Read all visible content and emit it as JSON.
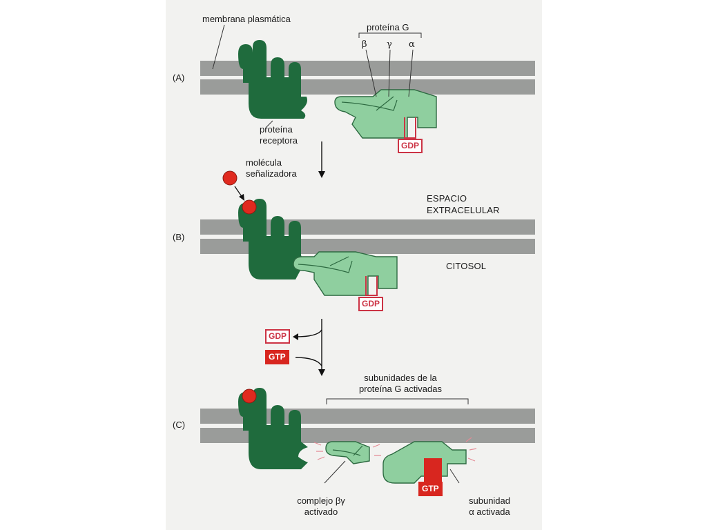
{
  "labels": {
    "membrana": "membrana plasmática",
    "proteina_g": "proteína G",
    "beta": "β",
    "gamma": "γ",
    "alpha": "α",
    "proteina_receptora_1": "proteína",
    "proteina_receptora_2": "receptora",
    "molecula_1": "molécula",
    "molecula_2": "señalizadora",
    "espacio_1": "ESPACIO",
    "espacio_2": "EXTRACELULAR",
    "citosol": "CITOSOL",
    "subunidades_1": "subunidades de la",
    "subunidades_2": "proteína G activadas",
    "complejo_1": "complejo βγ",
    "complejo_2": "activado",
    "subunidad_1": "subunidad",
    "subunidad_2": "α activada"
  },
  "panels": {
    "a": "(A)",
    "b": "(B)",
    "c": "(C)"
  },
  "nucleotides": {
    "gdp": "GDP",
    "gtp": "GTP"
  },
  "colors": {
    "membrane": "#9a9c9a",
    "receptor": "#1f6b3d",
    "g_protein": "#8fcf9f",
    "g_protein_outline": "#2d6a41",
    "ligand": "#e02a1f",
    "gdp": "#cc3344",
    "gtp": "#d8261f"
  }
}
